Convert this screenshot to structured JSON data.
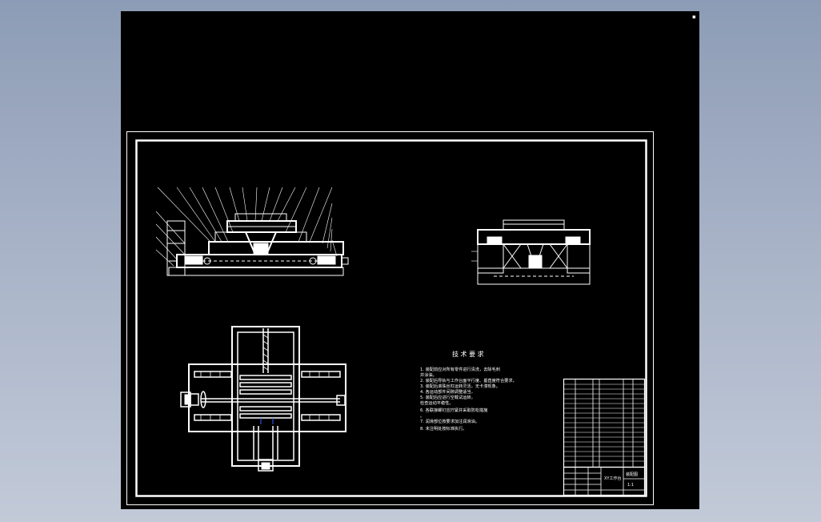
{
  "viewport": {
    "marker": "▪"
  },
  "tech": {
    "title": "技 术 要 求",
    "lines": [
      "1. 装配前应对所有零件进行清洗，去除毛刺",
      "   并涂油。",
      "2. 装配后导轨与工作台面平行度、垂直度符合要求，",
      "3. 装配后滚珠丝杠运转灵活，无卡滞现象。",
      "4. 各运动部件间隙调整适当，",
      "5. 装配后应进行空载试运转，",
      "   检查运动平稳性。",
      "6. 各联接螺钉应拧紧并采取防松措施",
      "   。",
      "7. 润滑部位按要求加注润滑油。",
      "8. 未注明处按标准执行。"
    ]
  },
  "title_block": {
    "name": "XY工作台",
    "code": "装配图",
    "scale": "1:1"
  }
}
